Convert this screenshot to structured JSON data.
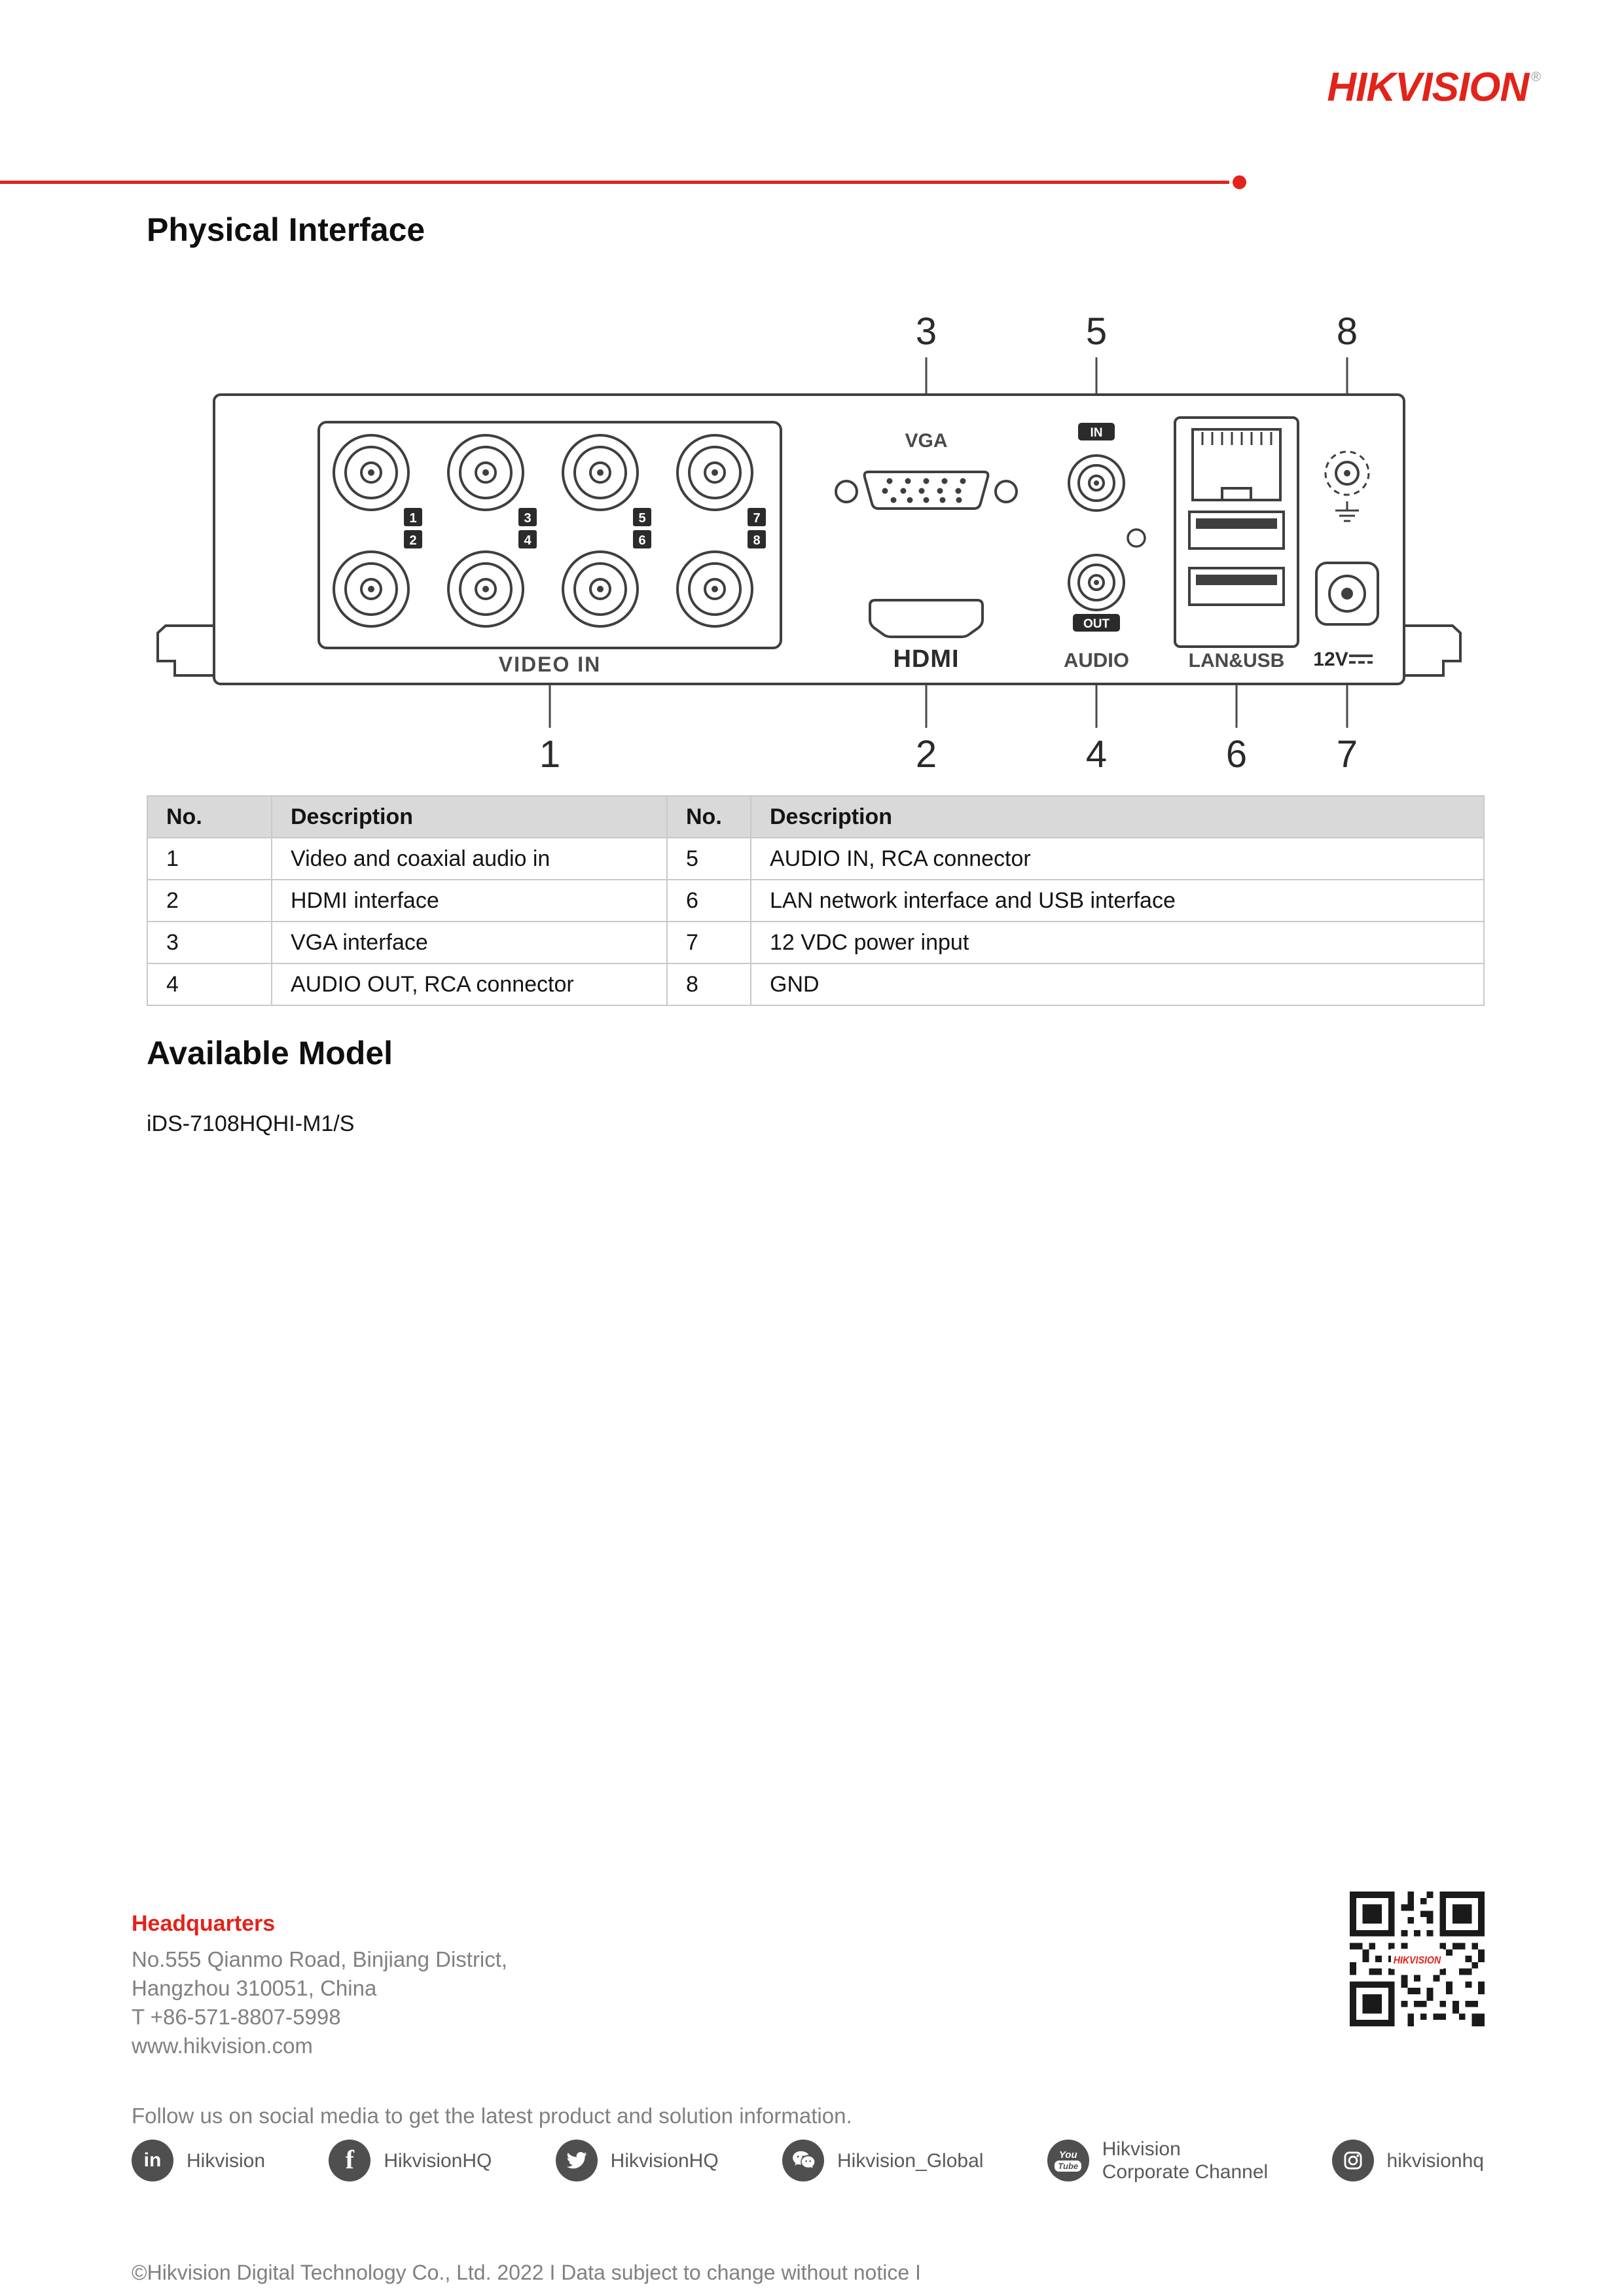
{
  "header": {
    "brand": "HIKVISION",
    "registered": "®"
  },
  "sections": {
    "physical_interface": "Physical Interface",
    "available_model": "Available Model",
    "model": "iDS-7108HQHI-M1/S"
  },
  "diagram": {
    "labels": {
      "vga": "VGA",
      "hdmi": "HDMI",
      "video_in": "VIDEO IN",
      "audio": "AUDIO",
      "audio_in_badge": "IN",
      "audio_out_badge": "OUT",
      "lan_usb": "LAN&USB",
      "power_12v": "12V"
    },
    "callouts": {
      "c1": "1",
      "c2": "2",
      "c3": "3",
      "c4": "4",
      "c5": "5",
      "c6": "6",
      "c7": "7",
      "c8": "8"
    },
    "channels": [
      "1",
      "2",
      "3",
      "4",
      "5",
      "6",
      "7",
      "8"
    ]
  },
  "table": {
    "headers": [
      "No.",
      "Description",
      "No.",
      "Description"
    ],
    "rows": [
      [
        "1",
        "Video and coaxial audio in",
        "5",
        "AUDIO IN, RCA connector"
      ],
      [
        "2",
        "HDMI interface",
        "6",
        "LAN network interface and USB interface"
      ],
      [
        "3",
        "VGA interface",
        "7",
        "12 VDC power input"
      ],
      [
        "4",
        "AUDIO OUT, RCA connector",
        "8",
        "GND"
      ]
    ]
  },
  "footer": {
    "headquarters_title": "Headquarters",
    "address_lines": [
      "No.555 Qianmo Road, Binjiang District,",
      "Hangzhou 310051, China",
      "T +86-571-8807-5998",
      "www.hikvision.com"
    ],
    "follow_text": "Follow us on social media to get the latest product and solution information.",
    "social": [
      {
        "icon": "linkedin-icon",
        "label": "Hikvision",
        "glyph": "in"
      },
      {
        "icon": "facebook-icon",
        "label": "HikvisionHQ",
        "glyph": "f"
      },
      {
        "icon": "twitter-icon",
        "label": "HikvisionHQ"
      },
      {
        "icon": "wechat-icon",
        "label": "Hikvision_Global"
      },
      {
        "icon": "youtube-icon",
        "label": "Hikvision",
        "label2": "Corporate Channel",
        "glyph1": "You",
        "glyph2": "Tube"
      },
      {
        "icon": "instagram-icon",
        "label": "hikvisionhq"
      }
    ],
    "copyright": "©Hikvision Digital Technology Co., Ltd. 2022 I Data subject to change without notice I"
  },
  "colors": {
    "brand_red": "#E2231A",
    "table_header_bg": "#D9D9D9",
    "text_gray": "#808080",
    "icon_gray": "#4F4F4F",
    "diagram_line": "#3F3F3F"
  }
}
